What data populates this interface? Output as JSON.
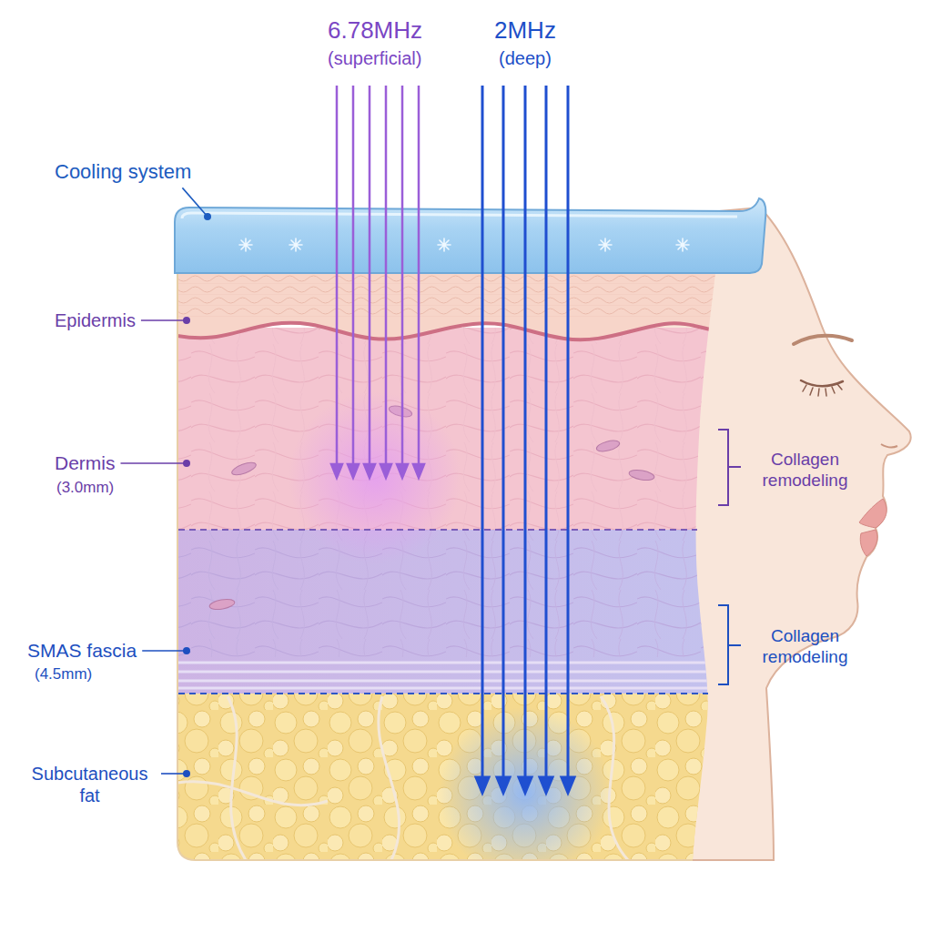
{
  "diagram": {
    "labels": [
      "6.78MHz",
      "(superficial)",
      "2MHz",
      "(deep)",
      "Cooling system",
      "Epidermis",
      "Dermis",
      "(3.0mm)",
      "SMAS fascia",
      "(4.5mm)",
      "Subcutaneous fat",
      "Collagen remodeling",
      "Collagen remodeling"
    ]
  }
}
